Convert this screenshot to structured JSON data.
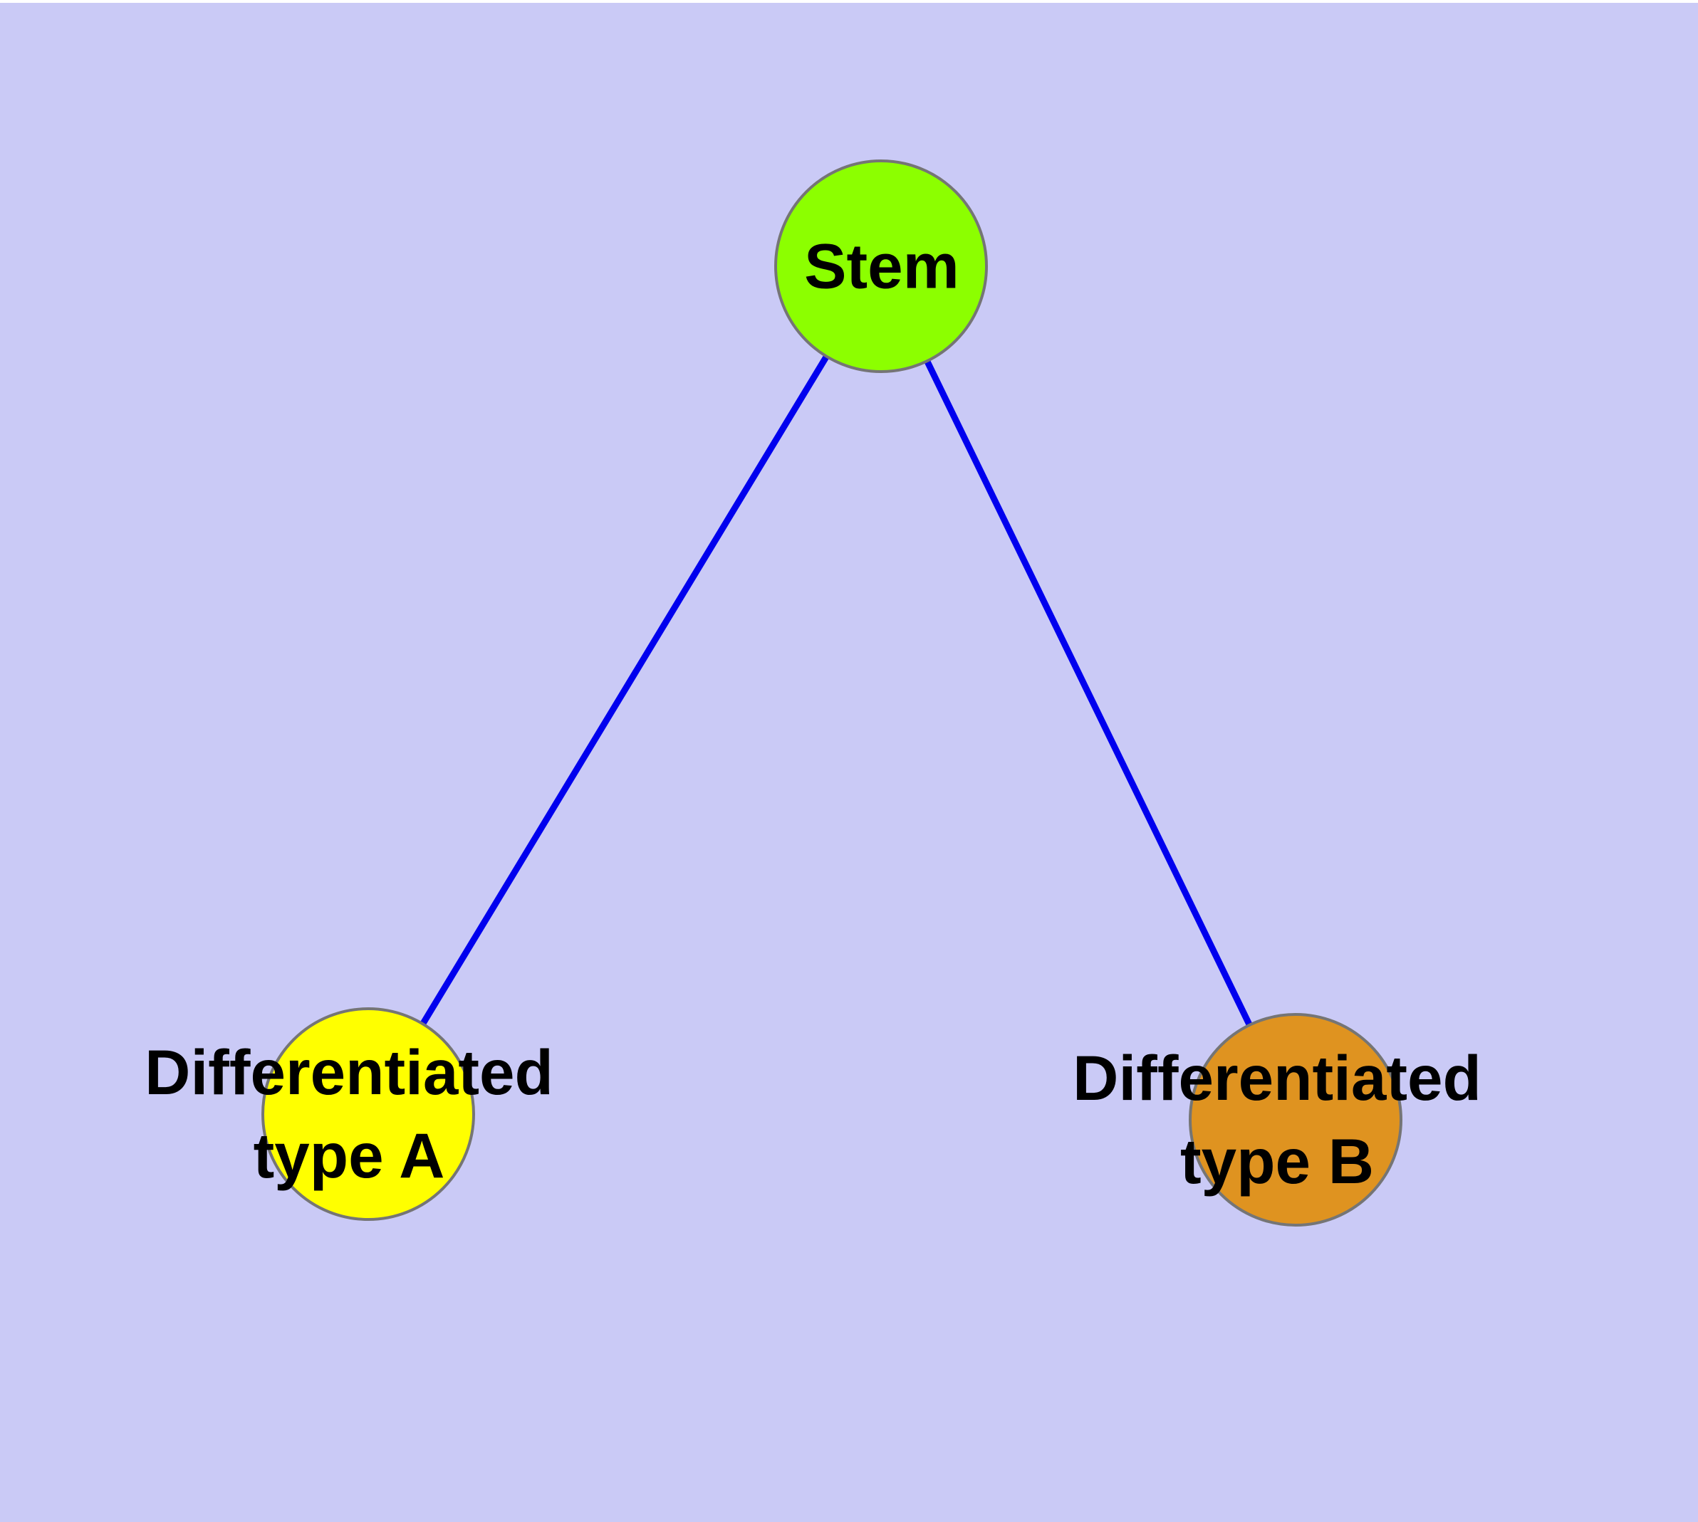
{
  "diagram": {
    "background_color": "#cacaf6",
    "edge_color": "#0000ee",
    "node_border_color": "#757575",
    "text_color": "#000000",
    "nodes": {
      "stem": {
        "label": "Stem",
        "fill": "#8cff00"
      },
      "type_a": {
        "lines": [
          "Differentiated",
          "type A"
        ],
        "fill": "#ffff00"
      },
      "type_b": {
        "lines": [
          "Differentiated",
          "type B"
        ],
        "fill": "#df9320"
      }
    },
    "edges": [
      {
        "from": "Stem",
        "to": "Differentiated type A"
      },
      {
        "from": "Stem",
        "to": "Differentiated type B"
      }
    ]
  }
}
